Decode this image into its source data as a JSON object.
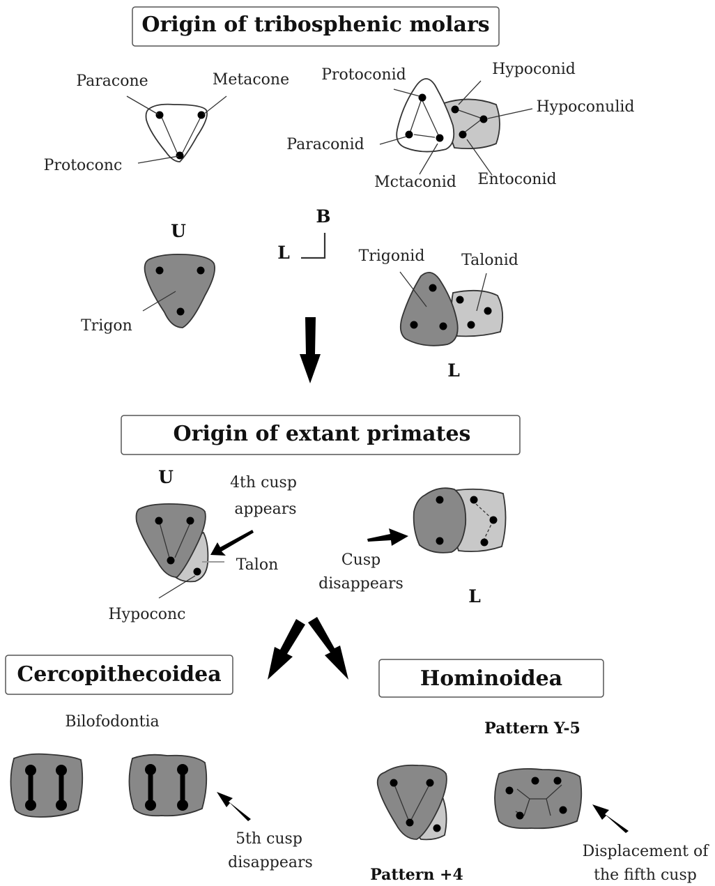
{
  "titles": {
    "top": "Origin of tribosphenic molars",
    "middle": "Origin of extant primates",
    "left_group": "Cercopithecoidea",
    "right_group": "Hominoidea"
  },
  "upper_tribosphenic": {
    "paracone": "Paracone",
    "metacone": "Metacone",
    "protocone": "Protoconc",
    "trigon": "Trigon",
    "jaw": "U"
  },
  "lower_tribosphenic": {
    "protoconid": "Protoconid",
    "hypoconid": "Hypoconid",
    "hypoconulid": "Hypoconulid",
    "paraconid": "Paraconid",
    "metaconid": "Mctaconid",
    "entoconid": "Entoconid",
    "trigonid": "Trigonid",
    "talonid": "Talonid",
    "jaw": "L"
  },
  "orientation": {
    "buccal": "B",
    "lingual": "L"
  },
  "extant": {
    "upper_jaw": "U",
    "fourth_cusp_line1": "4th cusp",
    "fourth_cusp_line2": "appears",
    "talon": "Talon",
    "hypocone": "Hypoconc",
    "cusp_line1": "Cusp",
    "cusp_line2": "disappears",
    "lower_jaw": "L"
  },
  "cercopithecoidea": {
    "bilofodontia": "Bilofodontia",
    "fifth_line1": "5th cusp",
    "fifth_line2": "disappears"
  },
  "hominoidea": {
    "pattern_y5": "Pattern Y-5",
    "pattern_4": "Pattern +4",
    "displacement_line1": "Displacement of",
    "displacement_line2": "the fifth cusp"
  }
}
